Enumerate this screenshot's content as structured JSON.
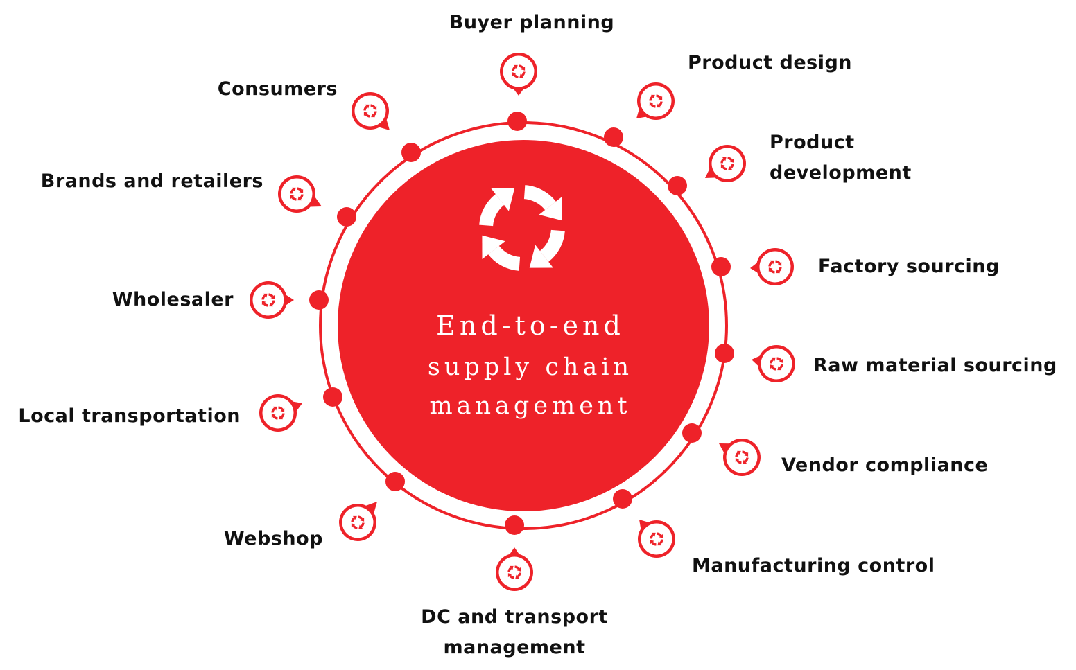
{
  "colors": {
    "accent": "#ee2229",
    "text": "#111111",
    "background": "#ffffff",
    "center_text": "#ffffff"
  },
  "center": {
    "icon": "cycle-arrows-icon",
    "title_lines": [
      "End-to-end",
      "supply chain",
      "management"
    ]
  },
  "marker_icon": "cycle-arrows-icon",
  "stages": [
    {
      "id": "buyer-planning",
      "lines": [
        "Buyer planning"
      ]
    },
    {
      "id": "product-design",
      "lines": [
        "Product design"
      ]
    },
    {
      "id": "product-development",
      "lines": [
        "Product",
        "development"
      ]
    },
    {
      "id": "factory-sourcing",
      "lines": [
        "Factory sourcing"
      ]
    },
    {
      "id": "raw-material-sourcing",
      "lines": [
        "Raw material sourcing"
      ]
    },
    {
      "id": "vendor-compliance",
      "lines": [
        "Vendor compliance"
      ]
    },
    {
      "id": "manufacturing-control",
      "lines": [
        "Manufacturing control"
      ]
    },
    {
      "id": "dc-and-transport-management",
      "lines": [
        "DC and transport",
        "management"
      ]
    },
    {
      "id": "webshop",
      "lines": [
        "Webshop"
      ]
    },
    {
      "id": "local-transportation",
      "lines": [
        "Local transportation"
      ]
    },
    {
      "id": "wholesaler",
      "lines": [
        "Wholesaler"
      ]
    },
    {
      "id": "brands-and-retailers",
      "lines": [
        "Brands and retailers"
      ]
    },
    {
      "id": "consumers",
      "lines": [
        "Consumers"
      ]
    }
  ]
}
